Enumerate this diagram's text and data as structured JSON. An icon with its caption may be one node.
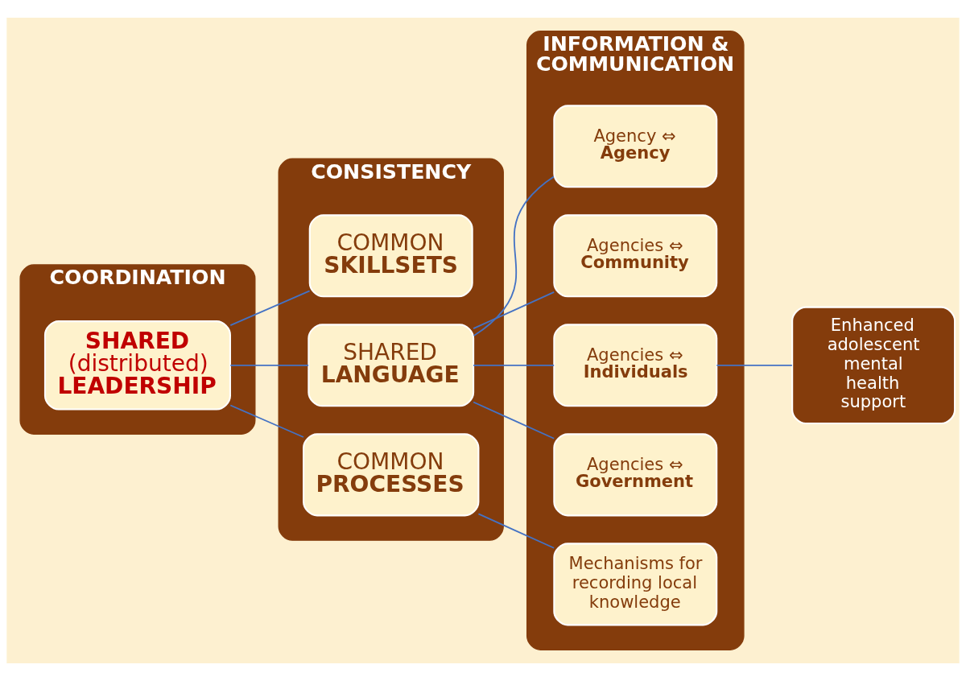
{
  "diagram": {
    "nodes": [
      {
        "text": [
          "COORDINATION"
        ]
      },
      {
        "text": [
          "CONSISTENCY"
        ]
      },
      {
        "text": [
          "INFORMATION & COMMUNICATION"
        ]
      },
      {
        "text": [
          "**SHARED** (distributed) **LEADERSHIP**"
        ],
        "in": 0
      },
      {
        "text": [
          "COMMON **SKILLSETS**"
        ],
        "in": 1
      },
      {
        "text": [
          "SHARED **LANGUAGE**"
        ],
        "in": 1
      },
      {
        "text": [
          "COMMON **PROCESSES**"
        ],
        "in": 1
      },
      {
        "text": [
          "Agency ⇔ **Agency**"
        ],
        "in": 2
      },
      {
        "text": [
          "Agencies ⇔ **Community**"
        ],
        "in": 2
      },
      {
        "text": [
          "Agencies ⇔ **Individuals**"
        ],
        "in": 2
      },
      {
        "text": [
          "Agencies ⇔ **Government**"
        ],
        "in": 2
      },
      {
        "text": [
          "Mechanisms for recording local knowledge"
        ],
        "in": 2
      },
      {
        "text": [
          "Enhanced adolescent mental health support"
        ]
      }
    ],
    "edges": [
      {
        "from": 3,
        "to": 4,
        "arrow": "none"
      },
      {
        "from": 3,
        "to": 5,
        "arrow": "none"
      },
      {
        "from": 3,
        "to": 6,
        "arrow": "none"
      },
      {
        "from": 5,
        "to": 7,
        "arrow": "none"
      },
      {
        "from": 5,
        "to": 8,
        "arrow": "none"
      },
      {
        "from": 5,
        "to": 9,
        "arrow": "none"
      },
      {
        "from": 5,
        "to": 10,
        "arrow": "none"
      },
      {
        "from": 6,
        "to": 11,
        "arrow": "none"
      },
      {
        "from": 9,
        "to": 12,
        "arrow": "none"
      }
    ]
  }
}
